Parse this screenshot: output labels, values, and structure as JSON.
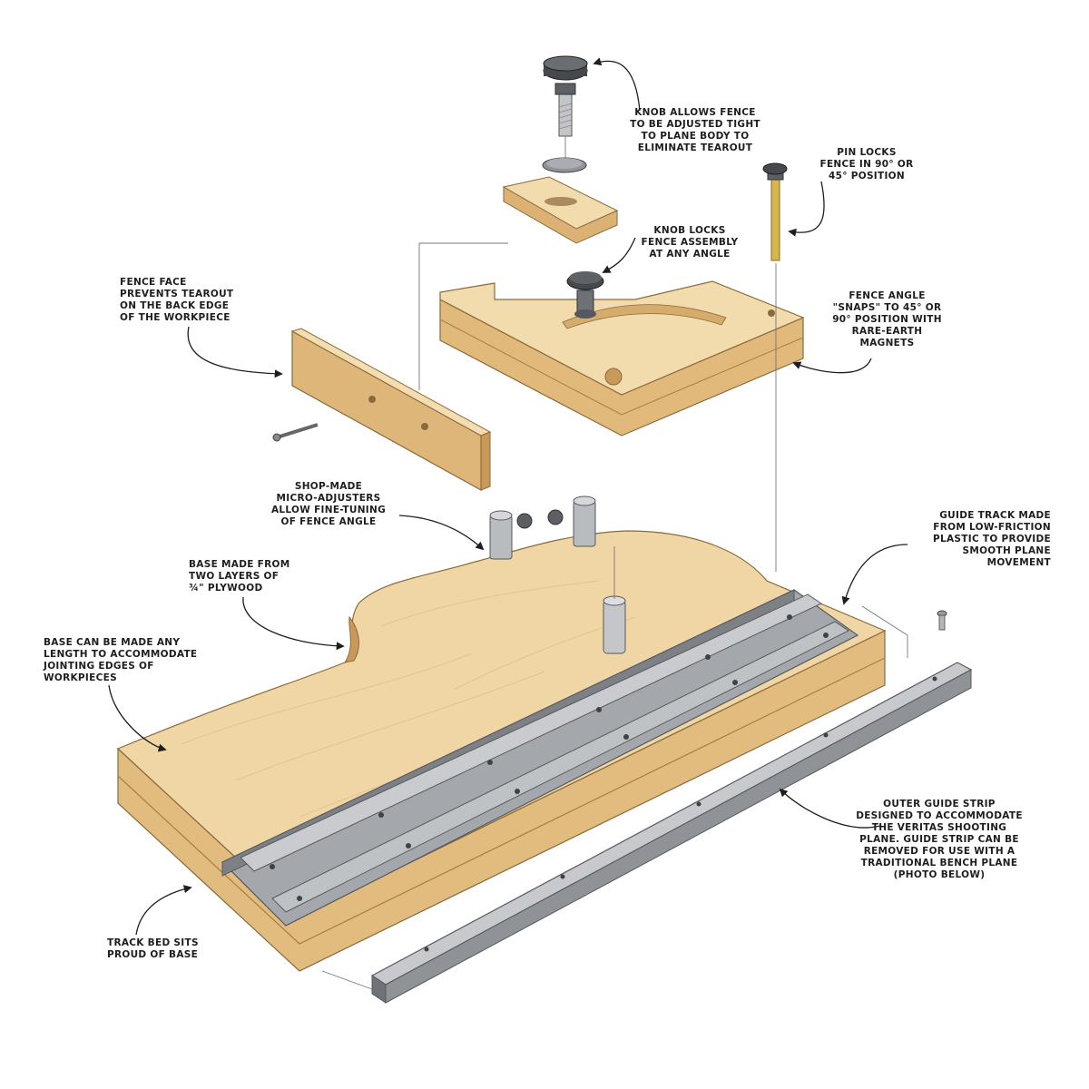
{
  "callouts": {
    "knob_fence": "KNOB ALLOWS FENCE\nTO BE ADJUSTED TIGHT\nTO PLANE BODY TO\nELIMINATE TEAROUT",
    "pin_locks": "PIN LOCKS\nFENCE IN 90° OR\n45° POSITION",
    "knob_locks": "KNOB LOCKS\nFENCE ASSEMBLY\nAT ANY ANGLE",
    "fence_face": "FENCE FACE\nPREVENTS TEAROUT\nON THE BACK EDGE\nOF THE WORKPIECE",
    "fence_angle": "FENCE ANGLE\n\"SNAPS\" TO 45° OR\n90° POSITION WITH\nRARE-EARTH\nMAGNETS",
    "micro_adjusters": "SHOP-MADE\nMICRO-ADJUSTERS\nALLOW FINE-TUNING\nOF FENCE ANGLE",
    "base_plywood": "BASE MADE FROM\nTWO LAYERS OF\n¾\" PLYWOOD",
    "guide_track": "GUIDE TRACK MADE\nFROM LOW-FRICTION\nPLASTIC TO PROVIDE\nSMOOTH PLANE\nMOVEMENT",
    "base_length": "BASE CAN BE MADE ANY\nLENGTH TO ACCOMMODATE\nJOINTING EDGES OF\nWORKPIECES",
    "outer_strip": "OUTER GUIDE STRIP\nDESIGNED TO ACCOMMODATE\nTHE VERITAS SHOOTING\nPLANE. GUIDE STRIP CAN BE\nREMOVED FOR USE WITH A\nTRADITIONAL BENCH PLANE\n(PHOTO BELOW)",
    "track_bed": "TRACK BED SITS\nPROUD OF BASE"
  },
  "colors": {
    "wood_light": "#f1d9a8",
    "wood_mid": "#e3bd80",
    "wood_dark": "#c9995a",
    "metal_light": "#c4c6c9",
    "metal_mid": "#9a9ea3",
    "metal_dark": "#6f7378",
    "ink": "#1e1e1e"
  },
  "icons": [
    "knob-icon",
    "washer-icon",
    "pin-icon",
    "screw-icon"
  ]
}
